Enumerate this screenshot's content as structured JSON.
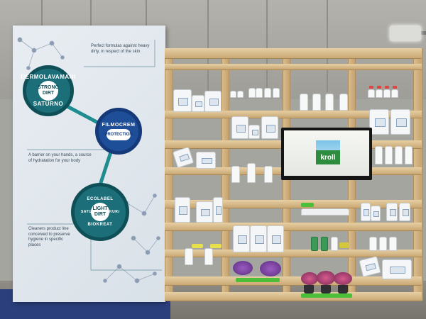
{
  "scene": "kroll exhibition stand",
  "banner": {
    "ring_top": {
      "label_1": "DERMOLAVAMANI",
      "label_2": "SATURNO",
      "inner": "STRONG DIRT"
    },
    "ring_mid": {
      "label": "FILMOCREM",
      "inner": "PROTECTION"
    },
    "ring_bottom": {
      "label_1": "ECOLABEL",
      "label_2": "KURADERM",
      "label_3": "SATURNO",
      "label_4": "BIOKREAT",
      "inner": "LIGHT DIRT"
    },
    "text_top": "Perfect formulas against heavy dirty, in respect of the skin",
    "text_mid": "A barrier on your hands, a source of hydratation for your body",
    "text_bottom": "Cleaners product line conceived to preserve hygiene in specific places"
  },
  "tv": {
    "logo_text": "kroll"
  },
  "colors": {
    "teal": "#1c6f78",
    "blue": "#1f4e99",
    "wood": "#d8bd8c",
    "carpet": "#2b3f7d",
    "kroll_green": "#2e8c3f"
  }
}
